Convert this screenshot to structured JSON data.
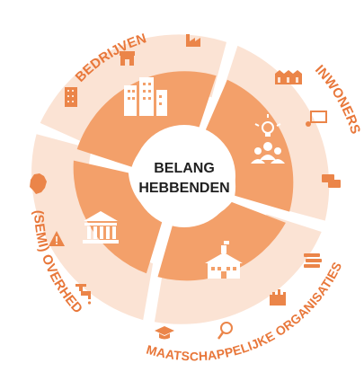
{
  "center": {
    "line1": "BELANG",
    "line2": "HEBBENDEN"
  },
  "segments": [
    {
      "label": "BEDRIJVEN",
      "main_icon": "office-buildings-icon",
      "outer_icons": [
        "factory-icon",
        "shop-icon",
        "office-building-icon"
      ]
    },
    {
      "label": "INWONERS",
      "main_icon": "people-idea-icon",
      "outer_icons": [
        "row-houses-icon",
        "presentation-icon",
        "chat-bubbles-icon"
      ]
    },
    {
      "label": "MAATSCHAPPELIJKE ORGANISATIES",
      "main_icon": "school-building-icon",
      "outer_icons": [
        "books-icon",
        "castle-icon",
        "sports-icon",
        "graduation-cap-icon"
      ]
    },
    {
      "label": "(SEMI) OVERHEDEN",
      "main_icon": "government-building-icon",
      "outer_icons": [
        "netherlands-map-icon",
        "warning-sign-icon",
        "water-tap-icon"
      ]
    }
  ],
  "colors": {
    "inner_segment": "#f3a06a",
    "outer_ring": "#fbe3d4",
    "outer_icon": "#eb8549",
    "label": "#e8773a",
    "center_fill": "#ffffff",
    "center_text": "#1f1f1f"
  }
}
